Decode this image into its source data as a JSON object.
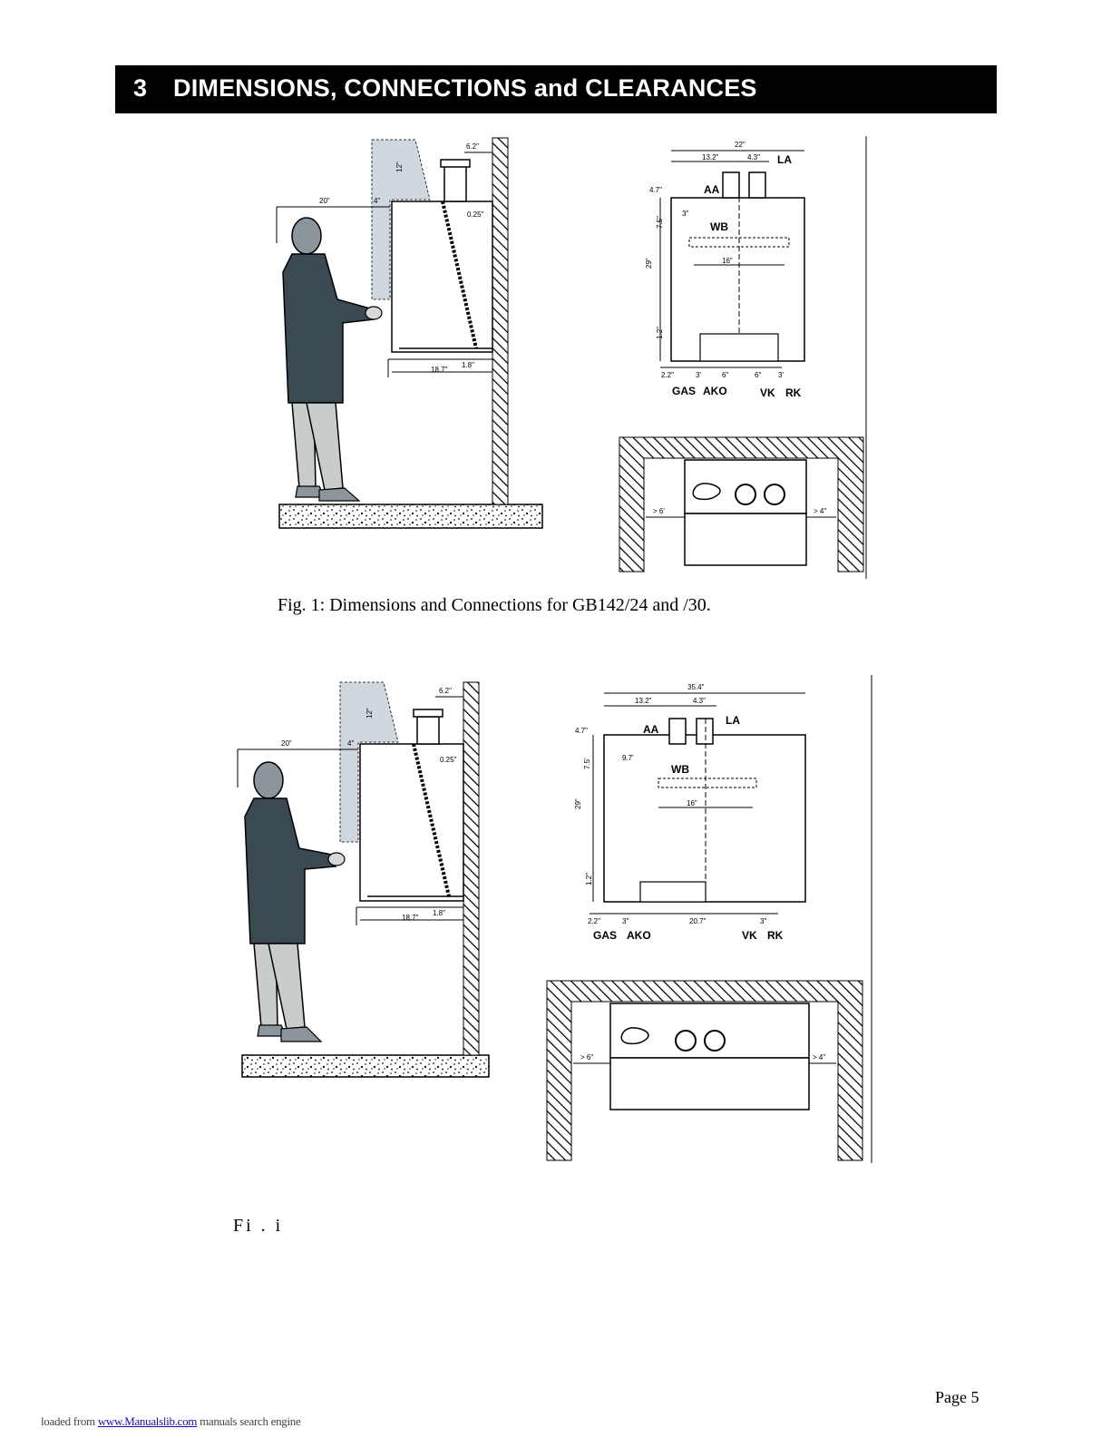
{
  "header": {
    "number": "3",
    "title": "DIMENSIONS, CONNECTIONS and CLEARANCES"
  },
  "figure1": {
    "caption": "Fig. 1:  Dimensions and Connections for GB142/24 and /30.",
    "side": {
      "d_20": "20\"",
      "d_4": "4\"",
      "d_12": "12\"",
      "d_62": "6.2\"",
      "d_025": "0.25\"",
      "d_187": "18.7\"",
      "d_18": "1.8\""
    },
    "front": {
      "d_22": "22\"",
      "d_132": "13.2\"",
      "d_43": "4.3\"",
      "d_47": "4.7\"",
      "d_3": "3\"",
      "d_75": "7.5\"",
      "d_29": "29\"",
      "d_16": "16\"",
      "d_12": "1.2\"",
      "b_22": "2.2\"",
      "b_3a": "3'",
      "b_6a": "6\"",
      "b_6b": "6\"",
      "b_3b": "3'",
      "LA": "LA",
      "AA": "AA",
      "WB": "WB",
      "GAS": "GAS",
      "AKO": "AKO",
      "VK": "VK",
      "RK": "RK"
    },
    "top": {
      "left": "> 6'",
      "right": "> 4\""
    }
  },
  "figure2": {
    "caption": "Fi  .     i",
    "side": {
      "d_20": "20\"",
      "d_4": "4\"",
      "d_12": "12\"",
      "d_62": "6.2\"",
      "d_025": "0.25\"",
      "d_187": "18.7\"",
      "d_18": "1.8\""
    },
    "front": {
      "d_354": "35.4\"",
      "d_132": "13.2\"",
      "d_43": "4.3\"",
      "d_47": "4.7\"",
      "d_97": "9.7'",
      "d_75": "7.5'",
      "d_29": "29\"",
      "d_16": "16\"",
      "d_12": "1.2\"",
      "b_22": "2.2\"",
      "b_3a": "3\"",
      "b_207": "20.7\"",
      "b_3b": "3\"",
      "LA": "LA",
      "AA": "AA",
      "WB": "WB",
      "GAS": "GAS",
      "AKO": "AKO",
      "VK": "VK",
      "RK": "RK"
    },
    "top": {
      "left": "> 6\"",
      "right": "> 4\""
    }
  },
  "page_number": "Page 5",
  "footer": {
    "prefix": "loaded from ",
    "link": "www.Manualslib.com",
    "suffix": " manuals search engine"
  }
}
